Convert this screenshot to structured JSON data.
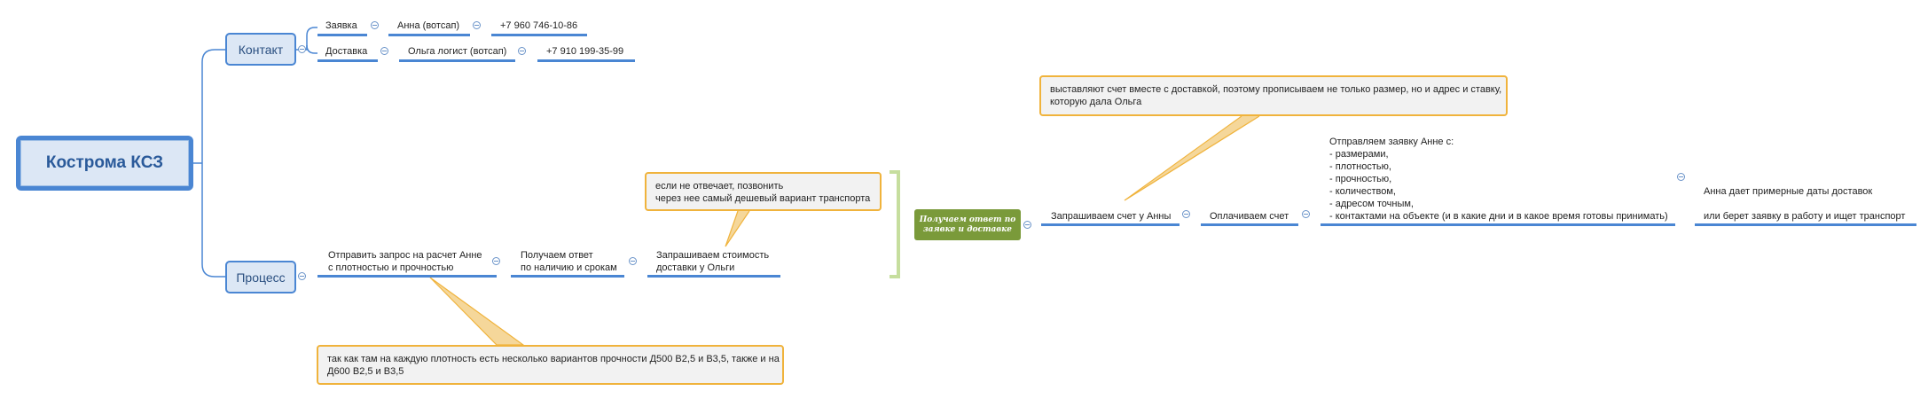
{
  "root": {
    "label": "Кострома КСЗ"
  },
  "branches": {
    "contact": {
      "label": "Контакт",
      "rows": [
        [
          "Заявка",
          "Анна (вотсап)",
          "+7 960 746-10-86"
        ],
        [
          "Доставка",
          "Ольга логист (вотсап)",
          "+7 910 199-35-99"
        ]
      ]
    },
    "process": {
      "label": "Процесс",
      "steps": [
        "Отправить запрос на расчет Анне\nс плотностью и прочностью",
        "Получаем ответ\nпо наличию и срокам",
        "Запрашиваем стоимость\nдоставки у Ольги"
      ],
      "summary": "Получаем ответ по\nзаявке и доставке",
      "next_steps": [
        "Запрашиваем счет у Анны",
        "Оплачиваем счет",
        "Отправляем заявку Анне с:\n- размерами,\n- плотностью,\n- прочностью,\n- количеством,\n- адресом точным,\n- контактами на объекте (и в какие дни и в какое время готовы принимать)",
        "Анна дает примерные даты доставок\n\nили берет заявку в работу и ищет транспорт"
      ]
    }
  },
  "callouts": {
    "transport": "если не отвечает, позвонить\nчерез нее самый дешевый вариант транспорта",
    "invoice": "выставляют счет вместе с доставкой, поэтому прописываем не только размер, но и адрес и ставку,\nкоторую дала Ольга",
    "strength": "так как там на каждую плотность есть несколько вариантов прочности Д500 В2,5 и В3,5, также и на\nД600 В2,5 и В3,5"
  },
  "colors": {
    "node_border": "#4a86d3",
    "node_fill": "#dce7f5",
    "callout_border": "#f0b33c",
    "summary_fill": "#7a9a3a",
    "bracket": "#c6de9e"
  }
}
